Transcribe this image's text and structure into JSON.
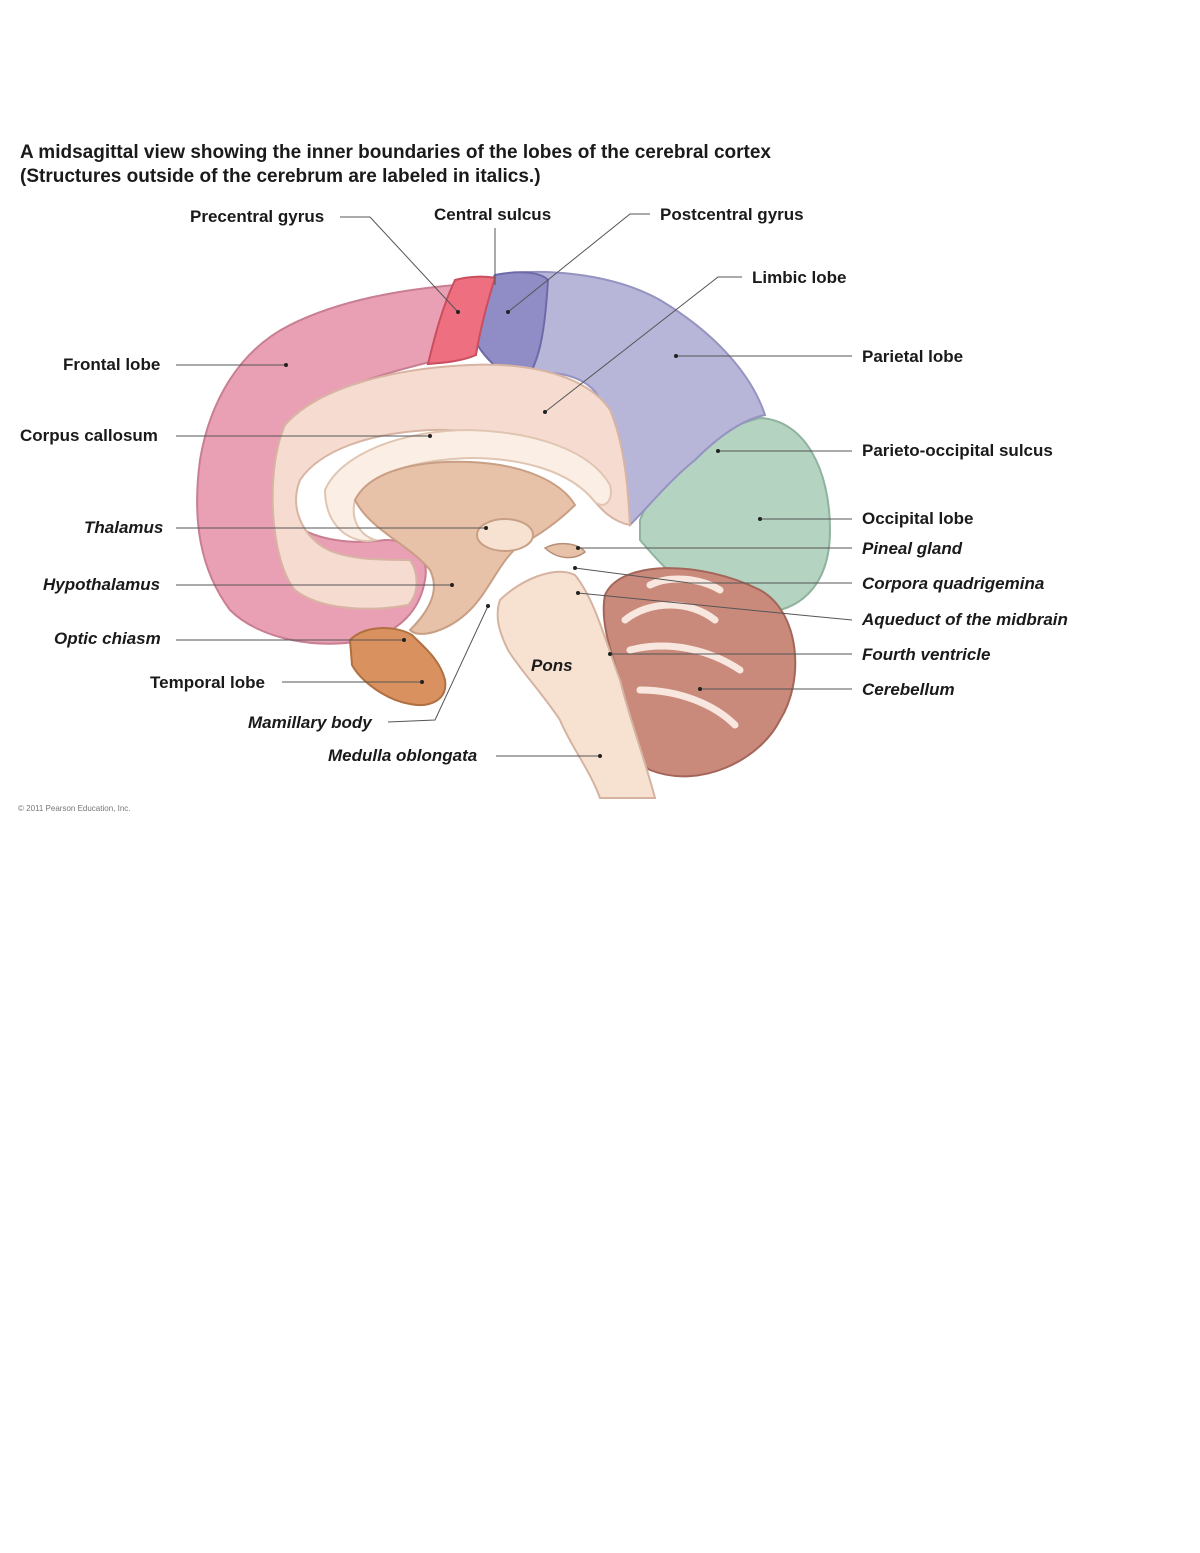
{
  "title": {
    "line1": "A midsagittal view showing the inner boundaries of the lobes of the cerebral cortex",
    "line2": "(Structures outside of the cerebrum are labeled in italics.)"
  },
  "labels": {
    "precentral_gyrus": "Precentral gyrus",
    "central_sulcus": "Central sulcus",
    "postcentral_gyrus": "Postcentral gyrus",
    "limbic_lobe": "Limbic lobe",
    "frontal_lobe": "Frontal lobe",
    "parietal_lobe": "Parietal lobe",
    "corpus_callosum": "Corpus callosum",
    "parieto_occipital_sulcus": "Parieto-occipital sulcus",
    "thalamus": "Thalamus",
    "occipital_lobe": "Occipital lobe",
    "pineal_gland": "Pineal gland",
    "hypothalamus": "Hypothalamus",
    "corpora_quadrigemina": "Corpora quadrigemina",
    "aqueduct_of_the_midbrain": "Aqueduct of the midbrain",
    "optic_chiasm": "Optic chiasm",
    "fourth_ventricle": "Fourth ventricle",
    "pons": "Pons",
    "temporal_lobe": "Temporal lobe",
    "cerebellum": "Cerebellum",
    "mamillary_body": "Mamillary body",
    "medulla_oblongata": "Medulla oblongata"
  },
  "copyright": "© 2011 Pearson Education, Inc.",
  "colors": {
    "frontal": "#eaa0b4",
    "precentral": "#ee6f7f",
    "parietal": "#b7b5d8",
    "postcentral": "#8f8cc6",
    "occipital": "#b4d3c0",
    "limbic": "#f6dcd0",
    "corpus_callosum": "#fbeee4",
    "diencephalon": "#e7c2a8",
    "brainstem": "#f7e2d2",
    "temporal": "#d9925f",
    "cerebellum": "#c98a7c"
  }
}
